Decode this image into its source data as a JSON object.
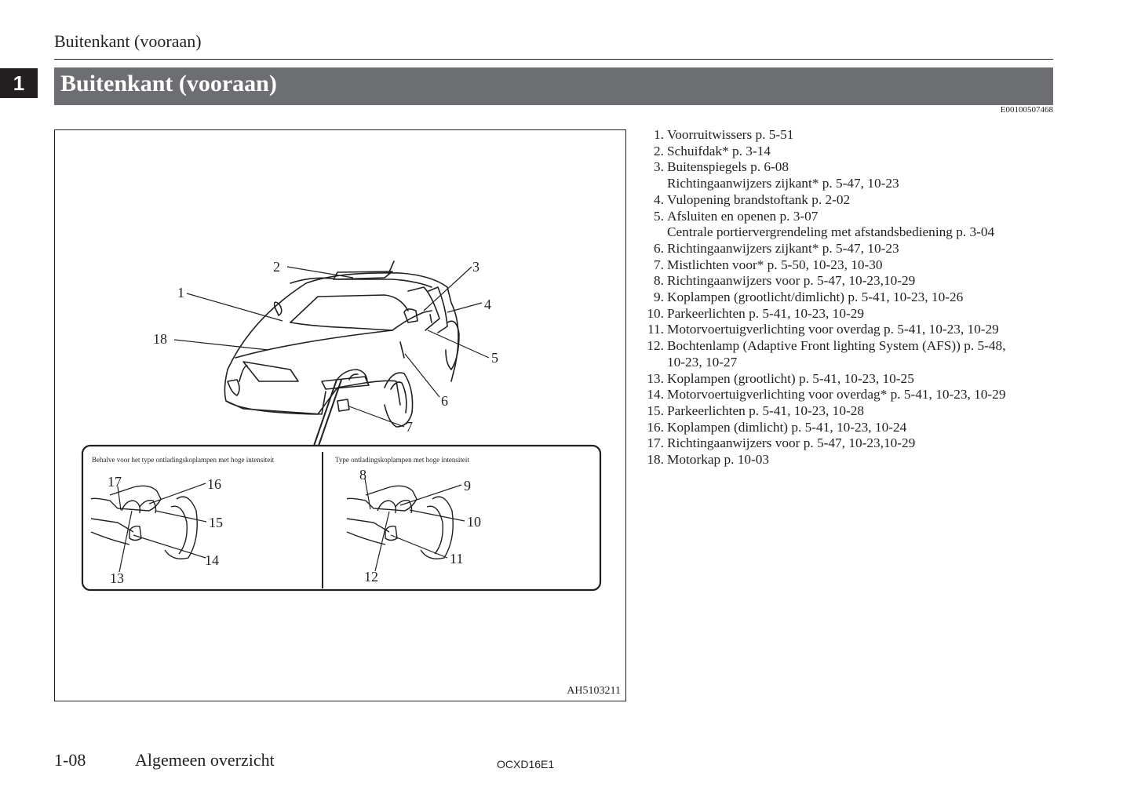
{
  "header": {
    "running_title": "Buitenkant (vooraan)",
    "chapter_number": "1"
  },
  "section": {
    "title": "Buitenkant (vooraan)",
    "doc_code": "E00100507468"
  },
  "figure": {
    "code": "AH5103211",
    "callouts": [
      "1",
      "2",
      "3",
      "4",
      "5",
      "6",
      "7",
      "18"
    ],
    "inset_left": {
      "caption": "Behalve voor het type ontladingskoplampen met hoge intensiteit",
      "callouts": [
        "17",
        "16",
        "15",
        "14",
        "13"
      ]
    },
    "inset_right": {
      "caption": "Type ontladingskoplampen met hoge intensiteit",
      "callouts": [
        "8",
        "9",
        "10",
        "11",
        "12"
      ]
    }
  },
  "items": [
    {
      "num": "1.",
      "text": "Voorruitwissers p. 5-51"
    },
    {
      "num": "2.",
      "text": "Schuifdak* p. 3-14"
    },
    {
      "num": "3.",
      "text": "Buitenspiegels p. 6-08"
    },
    {
      "num": "",
      "text": "Richtingaanwijzers zijkant* p. 5-47, 10-23"
    },
    {
      "num": "4.",
      "text": "Vulopening brandstoftank p. 2-02"
    },
    {
      "num": "5.",
      "text": "Afsluiten en openen p. 3-07"
    },
    {
      "num": "",
      "text": "Centrale portiervergrendeling met afstandsbediening p. 3-04"
    },
    {
      "num": "6.",
      "text": "Richtingaanwijzers zijkant* p. 5-47, 10-23"
    },
    {
      "num": "7.",
      "text": "Mistlichten voor* p. 5-50, 10-23, 10-30"
    },
    {
      "num": "8.",
      "text": "Richtingaanwijzers voor p. 5-47, 10-23,10-29"
    },
    {
      "num": "9.",
      "text": "Koplampen (grootlicht/dimlicht) p. 5-41, 10-23, 10-26"
    },
    {
      "num": "10.",
      "text": "Parkeerlichten p. 5-41, 10-23, 10-29"
    },
    {
      "num": "11.",
      "text": "Motorvoertuigverlichting voor overdag p. 5-41, 10-23, 10-29"
    },
    {
      "num": "12.",
      "text": "Bochtenlamp (Adaptive Front lighting System (AFS)) p. 5-48,"
    },
    {
      "num": "",
      "text": "10-23, 10-27"
    },
    {
      "num": "13.",
      "text": "Koplampen (grootlicht) p. 5-41, 10-23, 10-25"
    },
    {
      "num": "14.",
      "text": "Motorvoertuigverlichting voor overdag* p. 5-41, 10-23, 10-29"
    },
    {
      "num": "15.",
      "text": "Parkeerlichten p. 5-41, 10-23, 10-28"
    },
    {
      "num": "16.",
      "text": "Koplampen (dimlicht) p. 5-41, 10-23, 10-24"
    },
    {
      "num": "17.",
      "text": "Richtingaanwijzers voor p. 5-47, 10-23,10-29"
    },
    {
      "num": "18.",
      "text": "Motorkap p. 10-03"
    }
  ],
  "footer": {
    "page_number": "1-08",
    "section_name": "Algemeen overzicht",
    "print_code": "OCXD16E1"
  }
}
